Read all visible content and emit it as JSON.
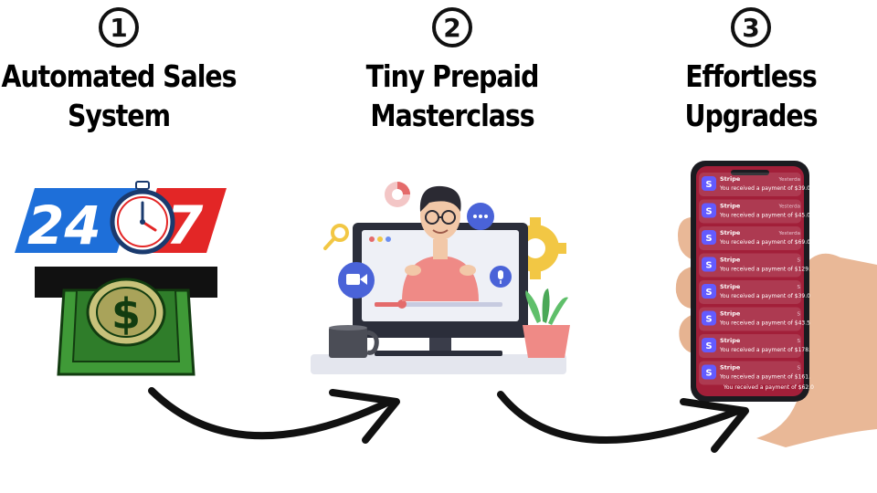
{
  "steps": [
    {
      "number": "1",
      "title_line1": "Automated Sales",
      "title_line2": "System"
    },
    {
      "number": "2",
      "title_line1": "Tiny Prepaid",
      "title_line2": "Masterclass"
    },
    {
      "number": "3",
      "title_line1": "Effortless",
      "title_line2": "Upgrades"
    }
  ],
  "badge": {
    "left": "24",
    "right": "7"
  },
  "money_symbol": "$",
  "phone": {
    "notifications": [
      {
        "app": "Stripe",
        "time": "Yesterda",
        "text": "You received a payment of $39.0"
      },
      {
        "app": "Stripe",
        "time": "Yesterda",
        "text": "You received a payment of $45.0"
      },
      {
        "app": "Stripe",
        "time": "Yesterda",
        "text": "You received a payment of $69.0"
      },
      {
        "app": "Stripe",
        "time": "S",
        "text": "You received a payment of $129."
      },
      {
        "app": "Stripe",
        "time": "S",
        "text": "You received a payment of $39.0"
      },
      {
        "app": "Stripe",
        "time": "S",
        "text": "You received a payment of $43.5"
      },
      {
        "app": "Stripe",
        "time": "S",
        "text": "You received a payment of $178."
      },
      {
        "app": "Stripe",
        "time": "S",
        "text": "You received a payment of $161."
      }
    ],
    "last_line": "You received a payment of $62.0"
  },
  "colors": {
    "badge_blue": "#1e6fd9",
    "badge_red": "#e32626",
    "money_green": "#2f7d2a",
    "monitor_dark": "#2b2e3a",
    "screen_bg": "#eef0f6",
    "shirt": "#ef8a86",
    "phone_red": "#c0223a"
  }
}
